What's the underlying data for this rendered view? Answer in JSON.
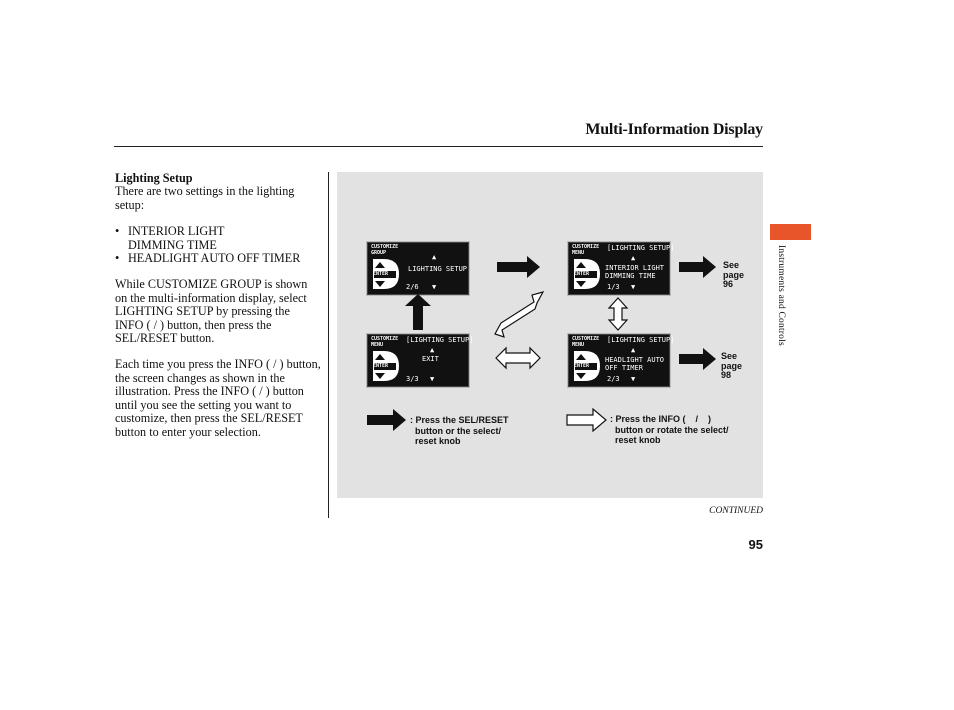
{
  "page_title": "Multi-Information Display",
  "section_tab": "Instruments and Controls",
  "left": {
    "heading": "Lighting Setup",
    "intro": "There are two settings in the lighting setup:",
    "bullets": [
      "INTERIOR LIGHT DIMMING TIME",
      "HEADLIGHT AUTO OFF TIMER"
    ],
    "para1": "While CUSTOMIZE GROUP is shown on the multi-information display, select LIGHTING SETUP by pressing the INFO (    /    ) button, then press the SEL/RESET button.",
    "para2": "Each time you press the INFO (    /    ) button, the screen changes as shown in the illustration. Press the INFO (    /    ) button until you see the setting you want to customize, then press the SEL/RESET button to enter your selection."
  },
  "screens": {
    "s1": {
      "label": "CUSTOMIZE\nGROUP",
      "text": "LIGHTING SETUP",
      "page": "2/6"
    },
    "s2": {
      "label": "CUSTOMIZE\nMENU",
      "header": "[LIGHTING SETUP]",
      "text": "EXIT",
      "page": "3/3"
    },
    "s3": {
      "label": "CUSTOMIZE\nMENU",
      "header": "[LIGHTING SETUP]",
      "text": "INTERIOR LIGHT\nDIMMING TIME",
      "page": "1/3"
    },
    "s4": {
      "label": "CUSTOMIZE\nMENU",
      "header": "[LIGHTING SETUP]",
      "text": "HEADLIGHT AUTO\nOFF TIMER",
      "page": "2/3"
    },
    "enter": "ENTER"
  },
  "see1": "See\npage\n96",
  "see2": "See\npage\n98",
  "legend": {
    "solid": ": Press the SEL/RESET\n  button or the select/\n  reset knob",
    "outline": ": Press the INFO (    /    )\n  button or rotate the select/\n  reset knob"
  },
  "continued": "CONTINUED",
  "page_number": "95",
  "colors": {
    "tab": "#e8552b",
    "panel": "#e2e2e2",
    "screen": "#111111"
  }
}
